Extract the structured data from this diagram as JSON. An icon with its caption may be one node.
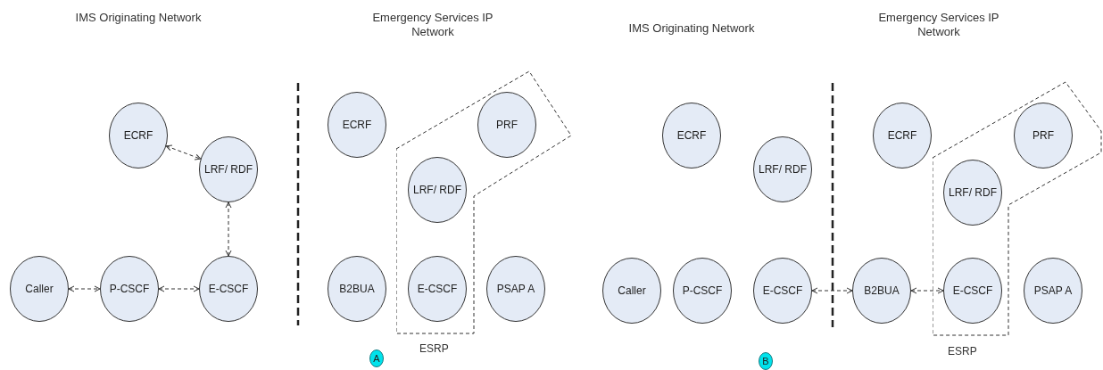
{
  "diagram": {
    "nodes": [
      {
        "text": [
          "ECRF"
        ]
      },
      {
        "text": [
          "LRF/ RDF"
        ]
      },
      {
        "text": [
          "Caller"
        ]
      },
      {
        "text": [
          "P-CSCF"
        ]
      },
      {
        "text": [
          "E-CSCF"
        ]
      },
      {
        "text": [
          "ECRF"
        ]
      },
      {
        "text": [
          "ESRP"
        ]
      },
      {
        "text": [
          "PRF"
        ],
        "in": 6
      },
      {
        "text": [
          "LRF/ RDF"
        ],
        "in": 6
      },
      {
        "text": [
          "B2BUA"
        ]
      },
      {
        "text": [
          "E-CSCF"
        ],
        "in": 6
      },
      {
        "text": [
          "PSAP A"
        ]
      },
      {
        "text": [
          "A"
        ]
      },
      {
        "text": [
          "ECRF"
        ]
      },
      {
        "text": [
          "LRF/ RDF"
        ]
      },
      {
        "text": [
          "Caller"
        ]
      },
      {
        "text": [
          "P-CSCF"
        ]
      },
      {
        "text": [
          "E-CSCF"
        ]
      },
      {
        "text": [
          "ECRF"
        ]
      },
      {
        "text": [
          "ESRP"
        ]
      },
      {
        "text": [
          "PRF"
        ],
        "in": 19
      },
      {
        "text": [
          "LRF/ RDF"
        ],
        "in": 19
      },
      {
        "text": [
          "B2BUA"
        ]
      },
      {
        "text": [
          "E-CSCF"
        ],
        "in": 19
      },
      {
        "text": [
          "PSAP A"
        ]
      },
      {
        "text": [
          "B"
        ]
      }
    ],
    "edges": [
      {
        "from": 0,
        "to": 1,
        "arrow": "both"
      },
      {
        "from": 1,
        "to": 4,
        "arrow": "both"
      },
      {
        "from": 2,
        "to": 3,
        "arrow": "both"
      },
      {
        "from": 3,
        "to": 4,
        "arrow": "both"
      },
      {
        "from": 17,
        "to": 22,
        "arrow": "both"
      },
      {
        "from": 22,
        "to": 23,
        "arrow": "both"
      }
    ],
    "labels": [
      "IMS Originating Network",
      "Emergency Services IP Network",
      "IMS Originating Network",
      "Emergency Services IP Network"
    ]
  }
}
